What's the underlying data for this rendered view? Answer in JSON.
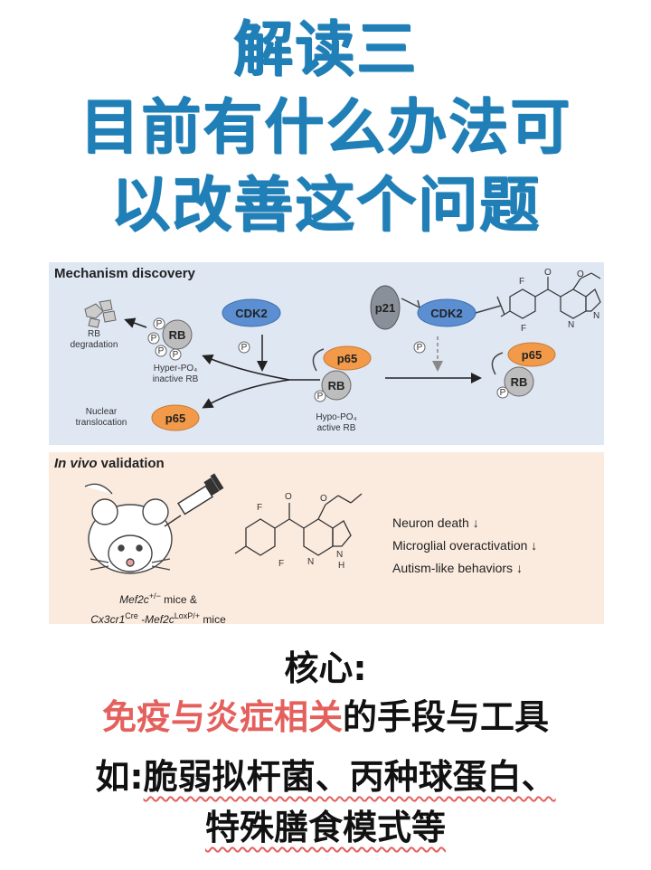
{
  "title": {
    "line1": "解读三",
    "line2": "目前有什么办法可",
    "line3": "以改善这个问题"
  },
  "figure": {
    "panel_a": {
      "title": "Mechanism discovery",
      "labels": {
        "cdk2": "CDK2",
        "p21": "p21",
        "rb": "RB",
        "p65": "p65",
        "p": "P",
        "rb_degradation_1": "RB",
        "rb_degradation_2": "degradation",
        "hyper_1": "Hyper-PO₄",
        "hyper_2": "inactive RB",
        "nuclear_1": "Nuclear",
        "nuclear_2": "translocation",
        "hypo_1": "Hypo-PO₄",
        "hypo_2": "active RB",
        "chem_f": "F",
        "chem_o": "O",
        "chem_n": "N",
        "chem_h": "H"
      }
    },
    "panel_b": {
      "title_italic": "In vivo",
      "title_rest": " validation",
      "outcomes": [
        "Neuron death ↓",
        "Microglial overactivation ↓",
        "Autism-like behaviors ↓"
      ],
      "mice_line1_gene": "Mef2c",
      "mice_line1_sup": "+/−",
      "mice_line1_rest": "mice &",
      "mice_line2_gene1": "Cx3cr1",
      "mice_line2_sup1": "Cre",
      "mice_line2_gene2": "-Mef2c",
      "mice_line2_sup2": "LoxP/+",
      "mice_line2_rest": "mice"
    }
  },
  "bottom": {
    "core": "核心:",
    "line1_red": "免疫与炎症相关",
    "line1_rest": "的手段与工具",
    "line2_prefix": "如:",
    "line2_underlined": "脆弱拟杆菌、丙种球蛋白、",
    "line3_underlined": "特殊膳食模式等"
  },
  "colors": {
    "title_blue": "#1f7fb6",
    "highlight_red": "#e4605c",
    "panel_a_bg": "#dfe7f3",
    "panel_b_bg": "#fbebdf",
    "cdk2_blue": "#5b8fd1",
    "p65_orange": "#f29a4a",
    "rb_gray": "#bdbdbd"
  }
}
